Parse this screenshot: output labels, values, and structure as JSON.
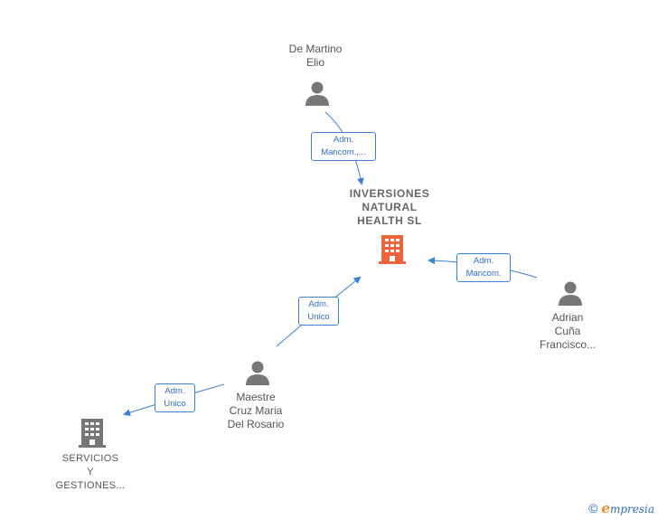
{
  "nodes": {
    "de_martino": {
      "lines": [
        "De Martino",
        "Elio"
      ]
    },
    "inversiones": {
      "lines": [
        "INVERSIONES",
        "NATURAL",
        "HEALTH  SL"
      ]
    },
    "adrian": {
      "lines": [
        "Adrian",
        "Cuña",
        "Francisco..."
      ]
    },
    "maestre": {
      "lines": [
        "Maestre",
        "Cruz Maria",
        "Del Rosario"
      ]
    },
    "servicios": {
      "lines": [
        "SERVICIOS",
        "Y",
        "GESTIONES..."
      ]
    }
  },
  "edges": {
    "de_martino_to_inversiones": {
      "lines": [
        "Adm.",
        "Mancom.,..."
      ]
    },
    "adrian_to_inversiones": {
      "lines": [
        "Adm.",
        "Mancom."
      ]
    },
    "maestre_to_inversiones": {
      "lines": [
        "Adm.",
        "Unico"
      ]
    },
    "maestre_to_servicios": {
      "lines": [
        "Adm.",
        "Unico"
      ]
    }
  },
  "colors": {
    "person": "#777777",
    "company_main": "#f0643c",
    "company_other": "#777777",
    "edge": "#3d7fd4"
  },
  "icons": {
    "person": "person-icon",
    "company": "building-icon"
  },
  "footer": {
    "copyright": "©",
    "brand_e": "e",
    "brand_rest": "mpresia"
  }
}
